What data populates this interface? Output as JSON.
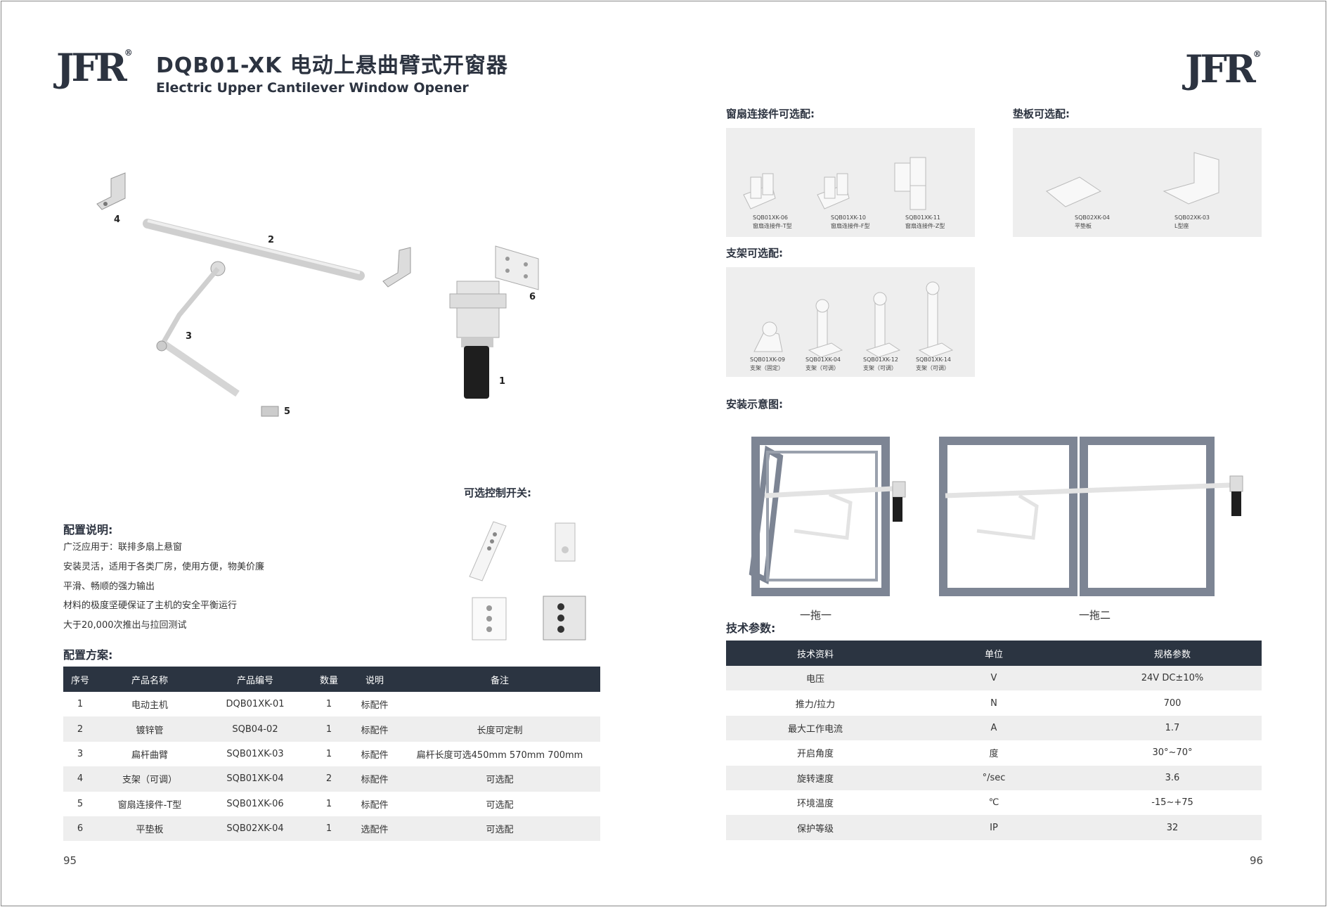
{
  "brand": {
    "logo": "JFR",
    "registered": "®"
  },
  "header": {
    "title": "DQB01-XK 电动上悬曲臂式开窗器",
    "subtitle": "Electric Upper Cantilever Window Opener"
  },
  "diagram": {
    "part_labels": [
      "1",
      "2",
      "3",
      "4",
      "5",
      "6"
    ]
  },
  "switches": {
    "heading": "可选控制开关:"
  },
  "config_desc": {
    "heading": "配置说明:",
    "lines": [
      "广泛应用于：联排多扇上悬窗",
      "安装灵活，适用于各类厂房，使用方便，物美价廉",
      "平滑、畅顺的强力输出",
      "材料的极度坚硬保证了主机的安全平衡运行",
      "大于20,000次推出与拉回测试"
    ]
  },
  "config_plan": {
    "heading": "配置方案:",
    "columns": [
      "序号",
      "产品名称",
      "产品编号",
      "数量",
      "说明",
      "备注"
    ],
    "rows": [
      [
        "1",
        "电动主机",
        "DQB01XK-01",
        "1",
        "标配件",
        ""
      ],
      [
        "2",
        "镀锌管",
        "SQB04-02",
        "1",
        "标配件",
        "长度可定制"
      ],
      [
        "3",
        "扁杆曲臂",
        "SQB01XK-03",
        "1",
        "标配件",
        "扁杆长度可选450mm 570mm 700mm"
      ],
      [
        "4",
        "支架（可调）",
        "SQB01XK-04",
        "2",
        "标配件",
        "可选配"
      ],
      [
        "5",
        "窗扇连接件-T型",
        "SQB01XK-06",
        "1",
        "标配件",
        "可选配"
      ],
      [
        "6",
        "平垫板",
        "SQB02XK-04",
        "1",
        "选配件",
        "可选配"
      ]
    ]
  },
  "page_left": "95",
  "page_right": "96",
  "connectors": {
    "heading": "窗扇连接件可选配:",
    "items": [
      {
        "code": "SQB01XK-06",
        "name": "窗扇连接件-T型"
      },
      {
        "code": "SQB01XK-10",
        "name": "窗扇连接件-F型"
      },
      {
        "code": "SQB01XK-11",
        "name": "窗扇连接件-Z型"
      }
    ]
  },
  "pads": {
    "heading": "垫板可选配:",
    "items": [
      {
        "code": "SQB02XK-04",
        "name": "平垫板"
      },
      {
        "code": "SQB02XK-03",
        "name": "L型座"
      }
    ]
  },
  "brackets": {
    "heading": "支架可选配:",
    "items": [
      {
        "code": "SQB01XK-09",
        "name": "支架（固定）"
      },
      {
        "code": "SQB01XK-04",
        "name": "支架（可调）"
      },
      {
        "code": "SQB01XK-12",
        "name": "支架（可调）"
      },
      {
        "code": "SQB01XK-14",
        "name": "支架（可调）"
      }
    ]
  },
  "install": {
    "heading": "安装示意图:",
    "labels": [
      "一拖一",
      "一拖二"
    ]
  },
  "tech": {
    "heading": "技术参数:",
    "columns": [
      "技术资料",
      "单位",
      "规格参数"
    ],
    "rows": [
      [
        "电压",
        "V",
        "24V DC±10%"
      ],
      [
        "推力/拉力",
        "N",
        "700"
      ],
      [
        "最大工作电流",
        "A",
        "1.7"
      ],
      [
        "开启角度",
        "度",
        "30°~70°"
      ],
      [
        "旋转速度",
        "°/sec",
        "3.6"
      ],
      [
        "环境温度",
        "℃",
        "-15~+75"
      ],
      [
        "保护等级",
        "IP",
        "32"
      ]
    ]
  },
  "colors": {
    "header_dark": "#2b3441",
    "row_alt": "#eeeeee",
    "panel": "#eeeeee",
    "frame": "#7d8594"
  }
}
